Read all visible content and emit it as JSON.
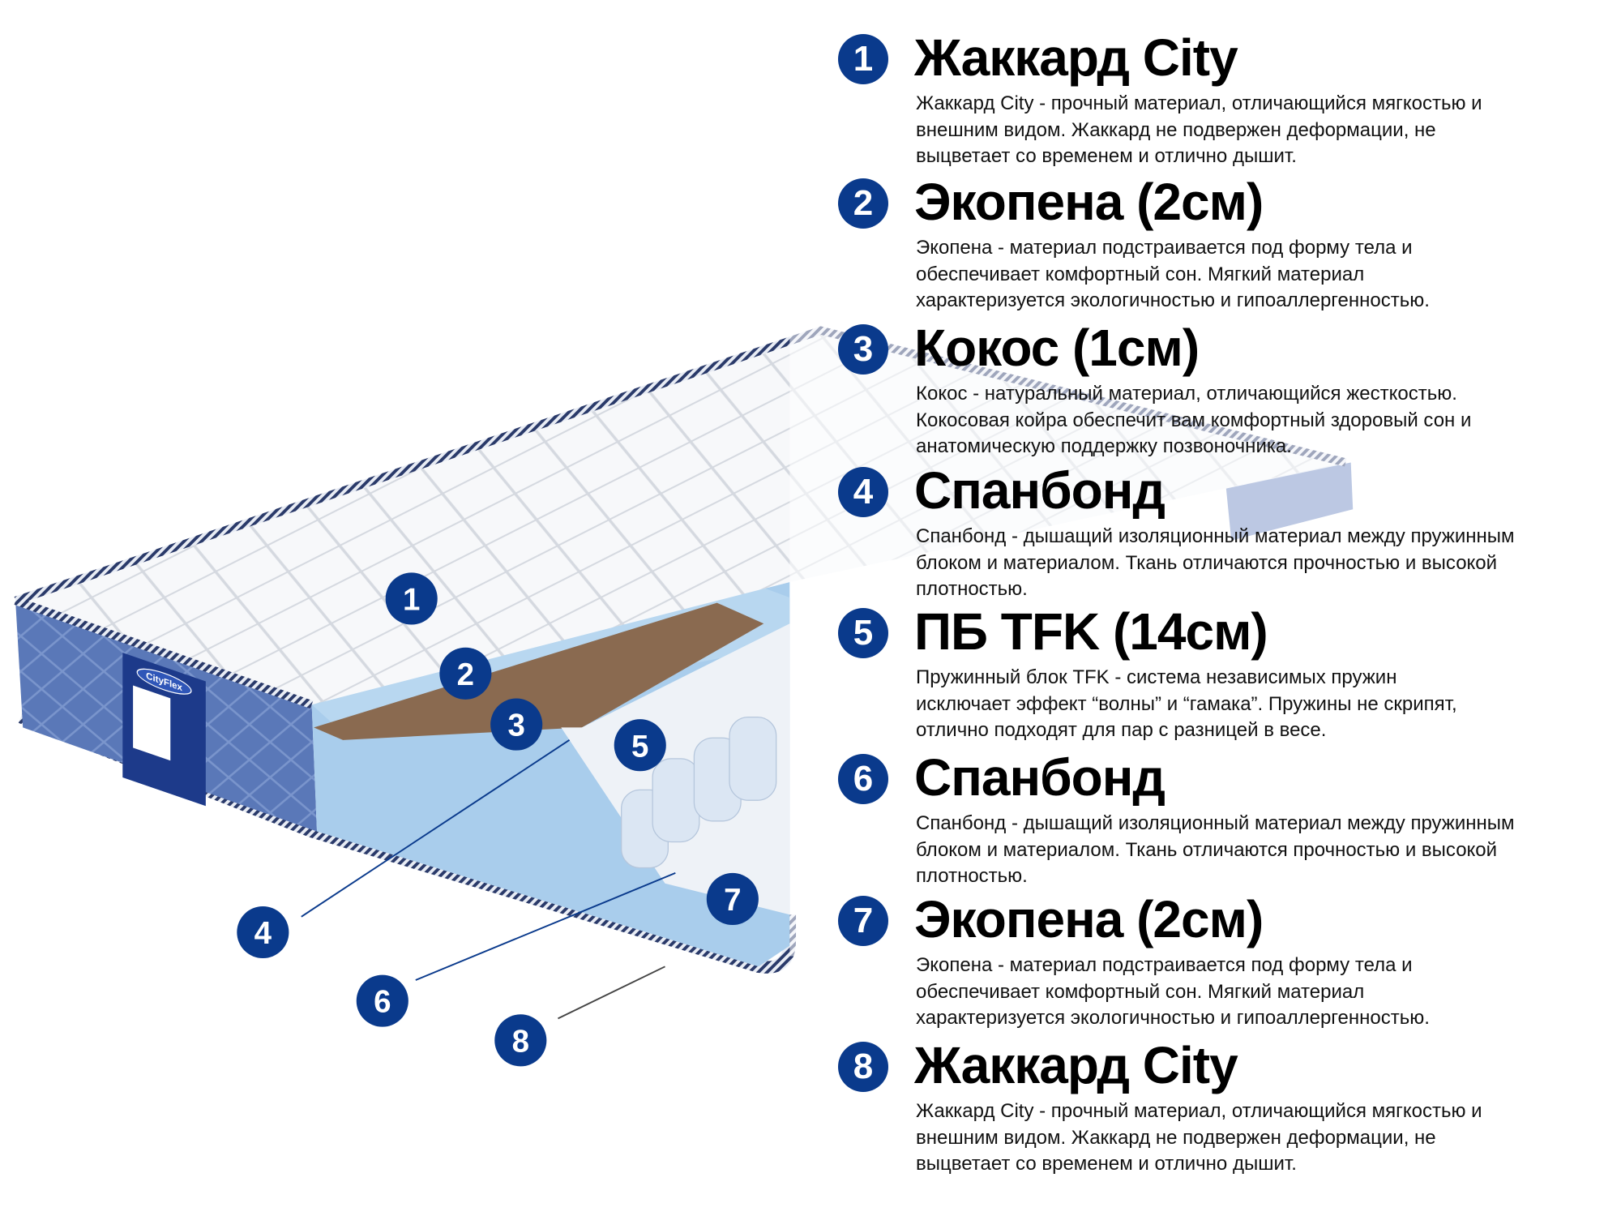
{
  "colors": {
    "badge": "#0a3a8c",
    "foam": "#a9cdec",
    "coconut": "#8a6a50"
  },
  "brand_label": "CityFlex",
  "markers": [
    "1",
    "2",
    "3",
    "4",
    "5",
    "6",
    "7",
    "8"
  ],
  "layers": [
    {
      "number": "1",
      "title": "Жаккард City",
      "lines": [
        "Жаккард City - прочный материал, отличающийся мягкостью и",
        "внешним видом. Жаккард не подвержен деформации, не",
        "выцветает со временем и отлично дышит."
      ]
    },
    {
      "number": "2",
      "title": "Экопена (2см)",
      "lines": [
        "Экопена - материал подстраивается под форму тела и",
        "обеспечивает комфортный сон. Мягкий материал",
        "характеризуется экологичностью и гипоаллергенностью."
      ]
    },
    {
      "number": "3",
      "title": "Кокос (1см)",
      "lines": [
        "Кокос - натуральный материал, отличающийся жесткостью.",
        "Кокосовая койра обеспечит вам комфортный здоровый сон и",
        "анатомическую поддержку позвоночника."
      ]
    },
    {
      "number": "4",
      "title": "Спанбонд",
      "lines": [
        "Спанбонд - дышащий изоляционный материал между пружинным",
        "блоком и материалом. Ткань отличаются прочностью и высокой",
        "плотностью."
      ]
    },
    {
      "number": "5",
      "title": "ПБ TFK (14см)",
      "lines": [
        "Пружинный блок TFK - система независимых пружин",
        "исключает эффект “волны” и “гамака”. Пружины не скрипят,",
        "отлично подходят для пар с разницей в весе."
      ]
    },
    {
      "number": "6",
      "title": "Спанбонд",
      "lines": [
        "Спанбонд - дышащий изоляционный материал между пружинным",
        "блоком и материалом. Ткань отличаются прочностью и высокой",
        "плотностью."
      ]
    },
    {
      "number": "7",
      "title": "Экопена (2см)",
      "lines": [
        "Экопена - материал подстраивается под форму тела и",
        "обеспечивает комфортный сон. Мягкий материал",
        "характеризуется экологичностью и гипоаллергенностью."
      ]
    },
    {
      "number": "8",
      "title": "Жаккард City",
      "lines": [
        "Жаккард City - прочный материал, отличающийся мягкостью и",
        "внешним видом. Жаккард не подвержен деформации, не",
        "выцветает со временем и отлично дышит."
      ]
    }
  ]
}
